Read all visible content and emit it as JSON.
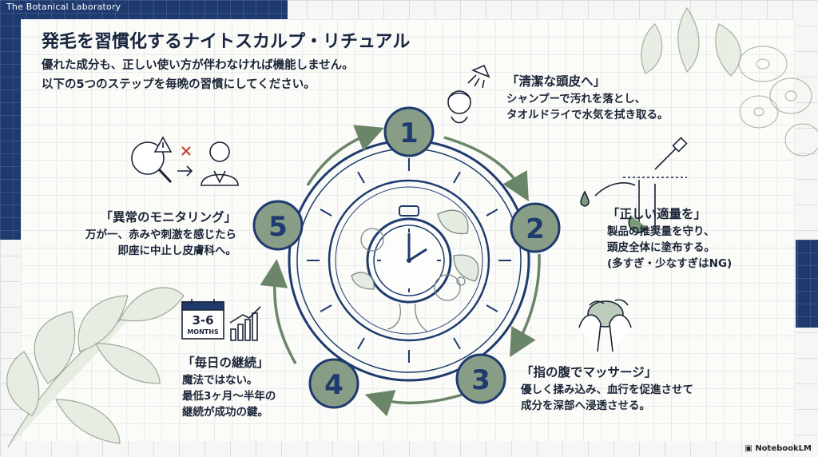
{
  "brand": "The Botanical Laboratory",
  "title": "発毛を習慣化するナイトスカルプ・リチュアル",
  "intro": {
    "line1": "優れた成分も、正しい使い方が伴わなければ機能しません。",
    "line2": "以下の5つのステップを毎晩の習慣にしてください。"
  },
  "steps": [
    {
      "number": "1",
      "heading": "「清潔な頭皮へ」",
      "lines": [
        "シャンプーで汚れを落とし、",
        "タオルドライで水気を拭き取る。"
      ],
      "icon": "shower-head-icon"
    },
    {
      "number": "2",
      "heading": "「正しい適量を」",
      "lines": [
        "製品の推奨量を守り、",
        "頭皮全体に塗布する。",
        "(多すぎ・少なすぎはNG)"
      ],
      "icon": "dropper-icon"
    },
    {
      "number": "3",
      "heading": "「指の腹でマッサージ」",
      "lines": [
        "優しく揉み込み、血行を促進させて",
        "成分を深部へ浸透させる。"
      ],
      "icon": "massage-hands-icon"
    },
    {
      "number": "4",
      "heading": "「毎日の継続」",
      "lines": [
        "魔法ではない。",
        "最低3ヶ月〜半年の",
        "継続が成功の鍵。"
      ],
      "icon": "calendar-growth-icon"
    },
    {
      "number": "5",
      "heading": "「異常のモニタリング」",
      "lines": [
        "万が一、赤みや刺激を感じたら",
        "即座に中止し皮膚科へ。"
      ],
      "icon": "warning-doctor-icon"
    }
  ],
  "calendar_badge": {
    "big": "3-6",
    "small": "MONTHS"
  },
  "footer": "NotebookLM",
  "colors": {
    "navy": "#1e3a6e",
    "sage": "#6b8568",
    "ink": "#1b2538"
  }
}
